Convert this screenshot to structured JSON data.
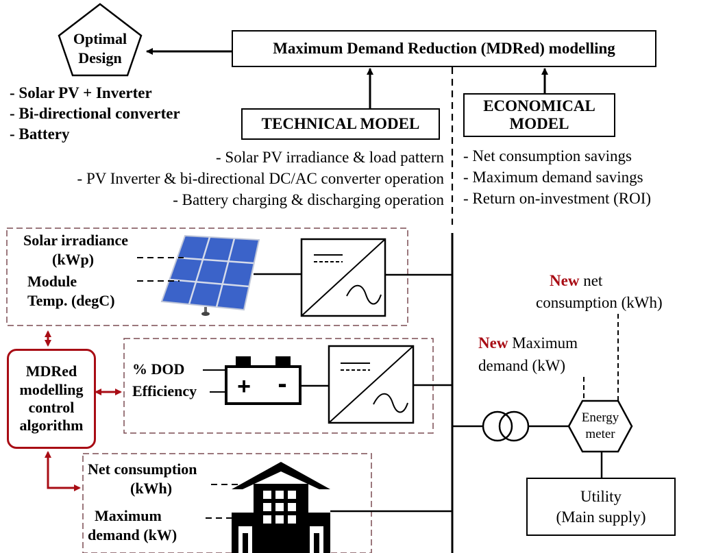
{
  "optimal_design": {
    "title_line1": "Optimal",
    "title_line2": "Design",
    "items": [
      "- Solar PV + Inverter",
      "- Bi-directional converter",
      "- Battery"
    ]
  },
  "mdred_title": "Maximum Demand Reduction (MDRed) modelling",
  "technical_model": {
    "title": "TECHNICAL MODEL",
    "items": [
      "- Solar PV irradiance & load pattern",
      "- PV Inverter & bi-directional DC/AC converter operation",
      "- Battery charging & discharging operation"
    ]
  },
  "economical_model": {
    "title_line1": "ECONOMICAL",
    "title_line2": "MODEL",
    "items": [
      "- Net consumption savings",
      "- Maximum demand savings",
      "- Return on-investment (ROI)"
    ]
  },
  "solar_block": {
    "line1": "Solar irradiance",
    "line2": "(kWp)",
    "line3": "Module",
    "line4": "Temp. (degC)"
  },
  "battery_block": {
    "dod": "% DOD",
    "efficiency": "Efficiency",
    "plus": "+",
    "minus": "-"
  },
  "controller": {
    "line1": "MDRed",
    "line2": "modelling",
    "line3": "control",
    "line4": "algorithm"
  },
  "load_block": {
    "line1": "Net consumption",
    "line2": "(kWh)",
    "line3": "Maximum",
    "line4": "demand (kW)"
  },
  "new_net_consumption": {
    "new_word": "New",
    "rest1": " net",
    "line2": "consumption (kWh)"
  },
  "new_max_demand": {
    "new_word": "New",
    "rest1": " Maximum",
    "line2": "demand (kW)"
  },
  "energy_meter": {
    "line1": "Energy",
    "line2": "meter"
  },
  "utility": {
    "line1": "Utility",
    "line2": "(Main supply)"
  },
  "colors": {
    "accent_red": "#a80c14",
    "dashed_box": "#7a4a50",
    "solar_blue": "#3b63c9"
  }
}
